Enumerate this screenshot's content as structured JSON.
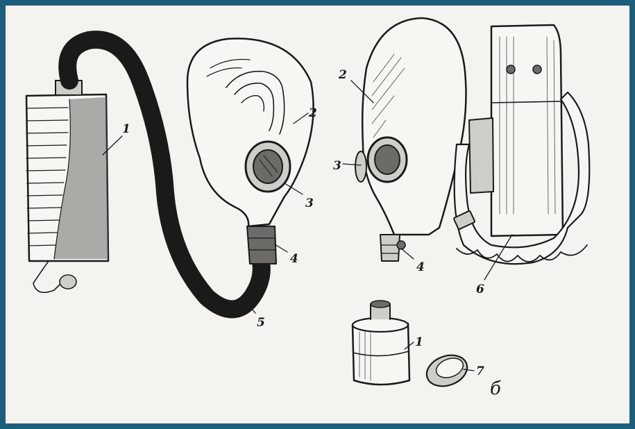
{
  "figure": {
    "border_color": "#1b5f7d",
    "paper_color": "#f4f3f0",
    "ink_color": "#1a1a1a"
  },
  "labels": {
    "left_canister": "1",
    "left_mask": "2",
    "left_eyepiece": "3",
    "left_valve": "4",
    "hose": "5",
    "right_mask": "2",
    "right_eyepiece": "3",
    "right_valve": "4",
    "bag": "6",
    "right_canister": "1",
    "cap": "7",
    "variant": "б"
  }
}
